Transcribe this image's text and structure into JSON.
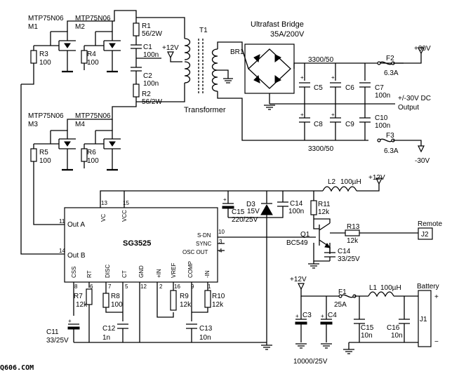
{
  "mosfets": {
    "m1": {
      "part": "MTP75N06",
      "ref": "M1"
    },
    "m2": {
      "part": "MTP75N06",
      "ref": "M2"
    },
    "m3": {
      "part": "MTP75N06",
      "ref": "M3"
    },
    "m4": {
      "part": "MTP75N06",
      "ref": "M4"
    }
  },
  "gate_resistors": {
    "r3": {
      "ref": "R3",
      "value": "100"
    },
    "r4": {
      "ref": "R4",
      "value": "100"
    },
    "r5": {
      "ref": "R5",
      "value": "100"
    },
    "r6": {
      "ref": "R6",
      "value": "100"
    }
  },
  "snubber": {
    "r1": {
      "ref": "R1",
      "value": "56/2W"
    },
    "c1": {
      "ref": "C1",
      "value": "100n"
    },
    "c2": {
      "ref": "C2",
      "value": "100n"
    },
    "r2": {
      "ref": "R2",
      "value": "56/2W"
    }
  },
  "transformer": {
    "ref": "T1",
    "label": "Transformer",
    "supply": "+12V"
  },
  "bridge": {
    "ref": "BR1",
    "title": "Ultrafast Bridge",
    "rating": "35A/200V"
  },
  "output": {
    "bulk_top": "3300/50",
    "bulk_bottom": "3300/50",
    "c5": "C5",
    "c6": "C6",
    "c8": "C8",
    "c9": "C9",
    "c7": {
      "ref": "C7",
      "value": "100n"
    },
    "c10": {
      "ref": "C10",
      "value": "100n"
    },
    "f2": {
      "ref": "F2",
      "value": "6.3A"
    },
    "f3": {
      "ref": "F3",
      "value": "6.3A"
    },
    "pos_out": "+30V",
    "neg_out": "-30V",
    "desc_line1": "+/-30V DC",
    "desc_line2": "Output"
  },
  "controller": {
    "name": "SG3525",
    "pins_left": {
      "out_a": "Out A",
      "out_b": "Out B",
      "out_a_num": "11",
      "out_b_num": "14"
    },
    "pins_top": {
      "vc": "VC",
      "vcc": "VCC",
      "vc_num": "13",
      "vcc_num": "15"
    },
    "pins_right": {
      "sdn": "S-DN",
      "sync": "SYNC",
      "osc": "OSC OUT",
      "sdn_num": "10",
      "sync_num": "3",
      "osc_num": "4"
    },
    "pins_bottom": [
      {
        "label": "CSS",
        "num": "8"
      },
      {
        "label": "RT",
        "num": "6"
      },
      {
        "label": "DISC",
        "num": "7"
      },
      {
        "label": "CT",
        "num": "5"
      },
      {
        "label": "GND",
        "num": "12"
      },
      {
        "label": "+IN",
        "num": "2"
      },
      {
        "label": "VREF",
        "num": "16"
      },
      {
        "label": "COMP",
        "num": "9"
      },
      {
        "label": "-IN",
        "num": "1"
      }
    ]
  },
  "timing": {
    "r7": {
      "ref": "R7",
      "value": "12k"
    },
    "r8": {
      "ref": "R8",
      "value": "100"
    },
    "r9": {
      "ref": "R9",
      "value": "12k"
    },
    "r10": {
      "ref": "R10",
      "value": "12k"
    },
    "c11": {
      "ref": "C11",
      "value": "33/25V"
    },
    "c12": {
      "ref": "C12",
      "value": "1n"
    },
    "c13": {
      "ref": "C13",
      "value": "10n"
    }
  },
  "supply_filter": {
    "d3": {
      "ref": "D3",
      "value": "15V"
    },
    "c15": {
      "ref": "C15",
      "value": "220/25V"
    },
    "c14": {
      "ref": "C14",
      "value": "100n"
    },
    "l2": {
      "ref": "L2",
      "value": "100µH"
    },
    "vplus": "+12V"
  },
  "remote": {
    "r11": {
      "ref": "R11",
      "value": "12k"
    },
    "q1": {
      "ref": "Q1",
      "part": "BC549"
    },
    "r13": {
      "ref": "R13",
      "value": "12k"
    },
    "c14b": {
      "ref": "C14",
      "value": "33/25V"
    },
    "label": "Remote",
    "connector": "J2"
  },
  "battery_input": {
    "vplus": "+12V",
    "c3": "C3",
    "c4": "C4",
    "bulk": "10000/25V",
    "f1": {
      "ref": "F1",
      "value": "25A"
    },
    "l1": {
      "ref": "L1",
      "value": "100µH"
    },
    "c15": {
      "ref": "C15",
      "value": "10n"
    },
    "c16": {
      "ref": "C16",
      "value": "10n"
    },
    "label": "Battery",
    "connector": "J1",
    "plus": "+",
    "minus": "−"
  },
  "watermark": "Q606.COM"
}
